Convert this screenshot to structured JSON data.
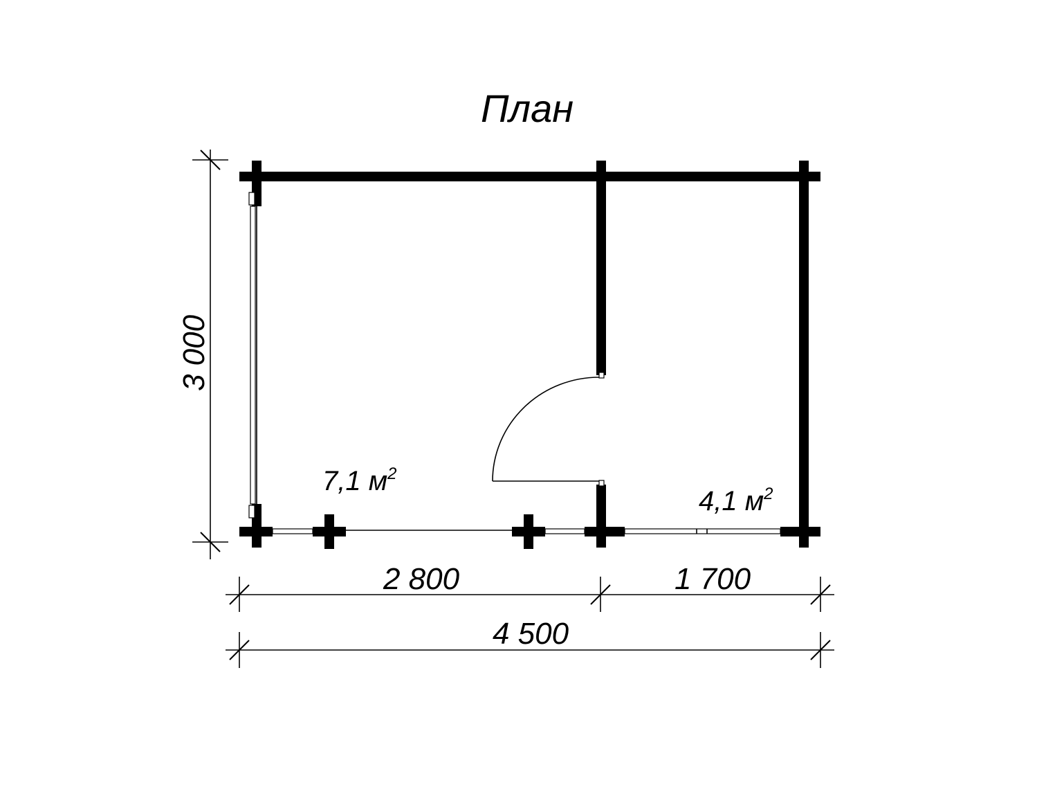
{
  "title": "План",
  "rooms": [
    {
      "area_value": "7,1 м",
      "area_exp": "2"
    },
    {
      "area_value": "4,1 м",
      "area_exp": "2"
    }
  ],
  "dimensions": {
    "overall_height": "3 000",
    "left_width": "2 800",
    "right_width": "1 700",
    "overall_width": "4 500"
  }
}
